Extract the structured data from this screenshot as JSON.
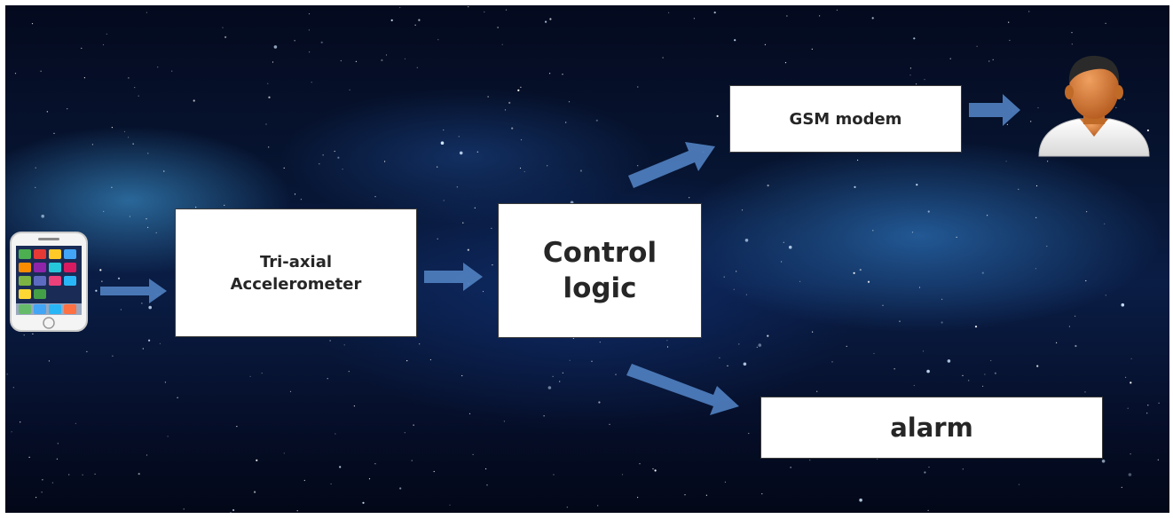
{
  "diagram": {
    "nodes": {
      "smartphone": {
        "icon": "smartphone-icon"
      },
      "accelerometer": {
        "line1": "Tri-axial",
        "line2": "Accelerometer"
      },
      "control_logic": {
        "line1": "Control",
        "line2": "logic"
      },
      "gsm_modem": {
        "label": "GSM modem"
      },
      "alarm": {
        "label": "alarm"
      },
      "user": {
        "icon": "person-avatar-icon"
      }
    },
    "edges": [
      {
        "from": "smartphone",
        "to": "accelerometer"
      },
      {
        "from": "accelerometer",
        "to": "control_logic"
      },
      {
        "from": "control_logic",
        "to": "gsm_modem"
      },
      {
        "from": "gsm_modem",
        "to": "user"
      },
      {
        "from": "control_logic",
        "to": "alarm"
      }
    ]
  },
  "colors": {
    "background": "#0a1d45",
    "arrow": "#4f7fbf",
    "box_fill": "#ffffff",
    "box_text": "#262626"
  }
}
